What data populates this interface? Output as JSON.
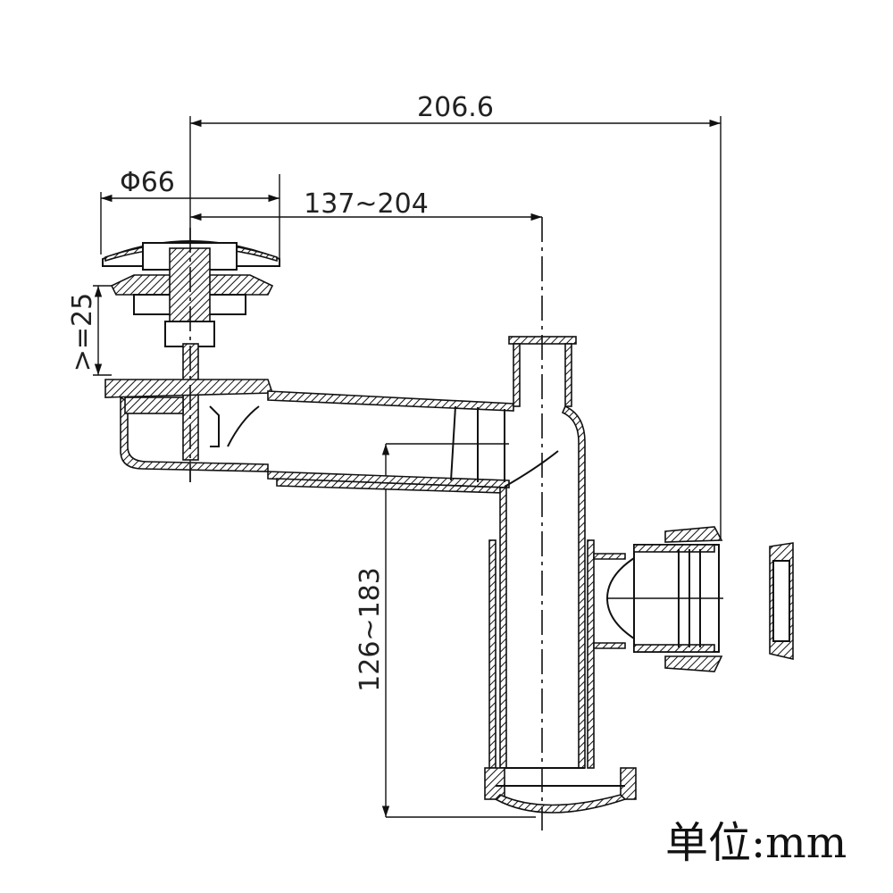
{
  "drawing": {
    "dimensions": {
      "overall_width": "206.6",
      "cap_diameter": "Φ66",
      "horizontal_adjust": "137~204",
      "min_gap": ">=25",
      "vertical_adjust": "126~183"
    },
    "unit_label": "单位:mm"
  }
}
